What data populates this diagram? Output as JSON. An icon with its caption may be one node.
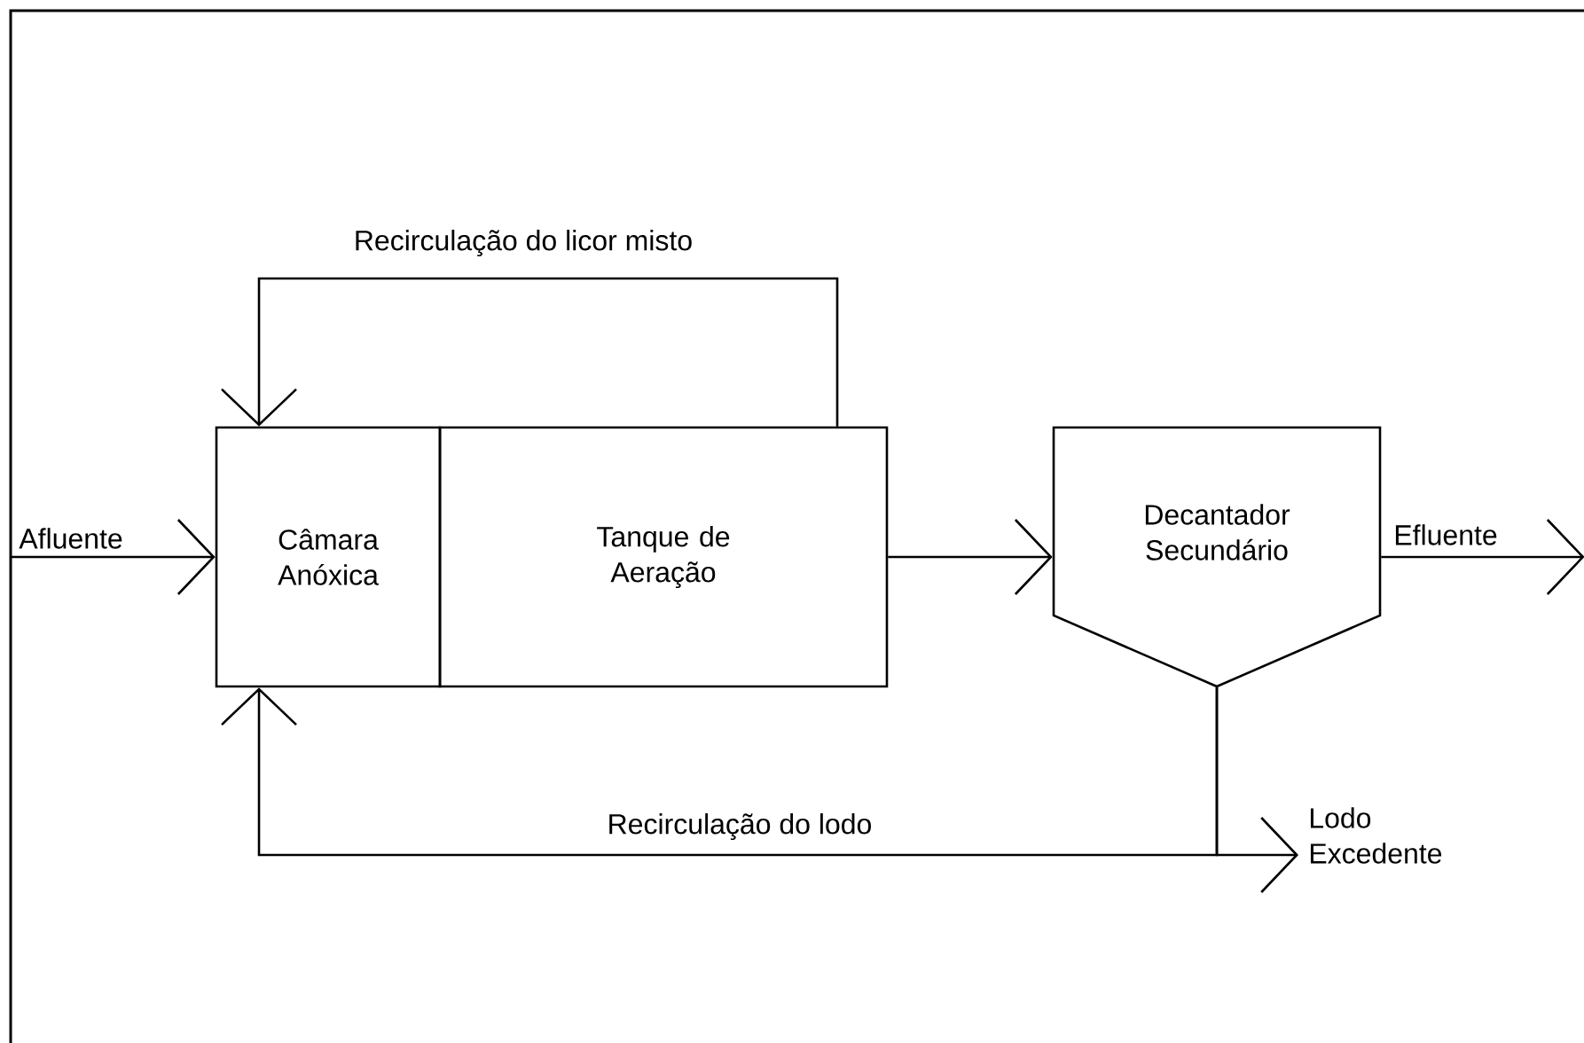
{
  "diagram": {
    "nodes": [
      {
        "text": [
          "Câmara Anóxica"
        ]
      },
      {
        "text": [
          "Tanque de Aeração"
        ]
      },
      {
        "text": [
          "Decantador Secundário"
        ]
      },
      {
        "text": [
          "Afluente"
        ]
      },
      {
        "text": [
          "Efluente"
        ]
      },
      {
        "text": [
          "Lodo Excedente"
        ]
      }
    ],
    "edges": [
      {
        "from": 3,
        "to": 0,
        "arrow": "to"
      },
      {
        "from": 1,
        "to": 2,
        "arrow": "to"
      },
      {
        "from": 2,
        "to": 4,
        "arrow": "to"
      },
      {
        "from": 1,
        "to": 0,
        "arrow": "to",
        "label": "Recirculação do licor misto"
      },
      {
        "from": 2,
        "to": 0,
        "arrow": "to",
        "label": "Recirculação do lodo"
      },
      {
        "from": 2,
        "to": 5,
        "arrow": "to"
      }
    ]
  }
}
